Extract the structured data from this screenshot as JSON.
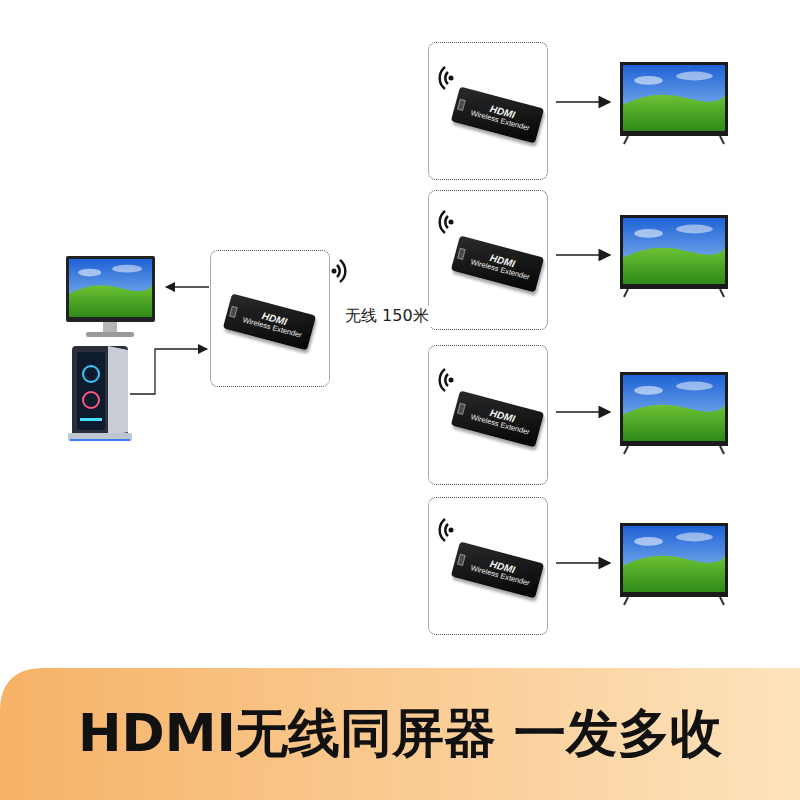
{
  "diagram": {
    "title": "HDMI无线同屏器 一发多收",
    "nodes": [
      {
        "text": [
          "HDMI",
          "Wireless Extender"
        ]
      },
      {
        "text": [
          "HDMI",
          "Wireless Extender"
        ]
      },
      {
        "text": [
          "HDMI",
          "Wireless Extender"
        ]
      },
      {
        "text": [
          "HDMI",
          "Wireless Extender"
        ]
      },
      {
        "text": [
          "HDMI",
          "Wireless Extender"
        ]
      }
    ],
    "labels": [
      "无线 150米"
    ]
  }
}
